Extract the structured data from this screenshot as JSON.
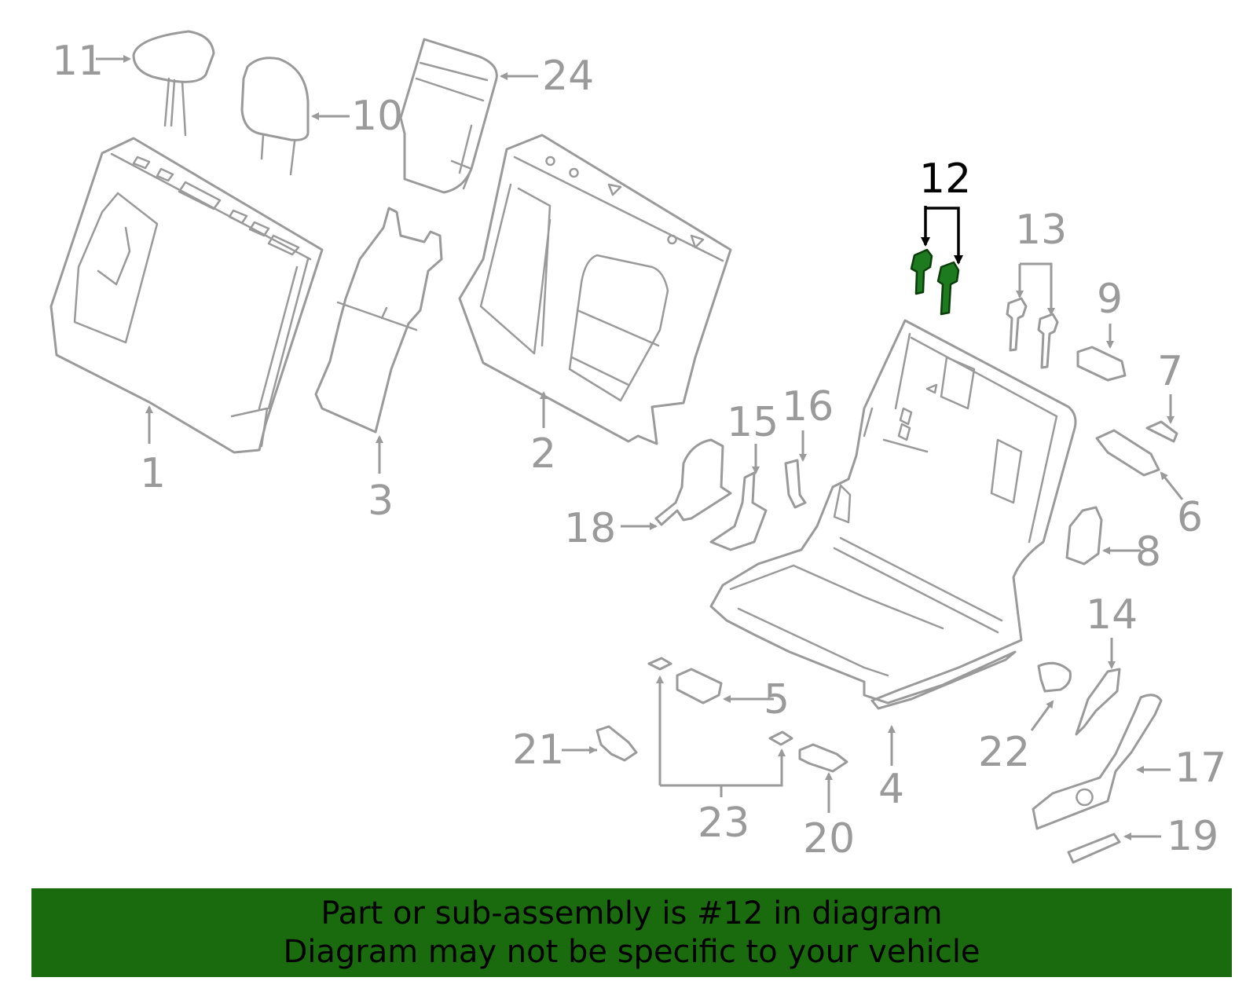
{
  "diagram": {
    "highlighted_callout": "12",
    "colors": {
      "line": "#9a9a9a",
      "highlight_part": "#1e7a1e",
      "highlight_label": "#000000",
      "banner": "#1a6b0e"
    },
    "callouts": {
      "c1": "1",
      "c2": "2",
      "c3": "3",
      "c4": "4",
      "c5": "5",
      "c6": "6",
      "c7": "7",
      "c8": "8",
      "c9": "9",
      "c10": "10",
      "c11": "11",
      "c12": "12",
      "c13": "13",
      "c14": "14",
      "c15": "15",
      "c16": "16",
      "c17": "17",
      "c18": "18",
      "c19": "19",
      "c20": "20",
      "c21": "21",
      "c22": "22",
      "c23": "23",
      "c24": "24"
    }
  },
  "banner": {
    "line1": "Part or sub-assembly is #12 in diagram",
    "line2": "Diagram may not be specific to your vehicle"
  }
}
